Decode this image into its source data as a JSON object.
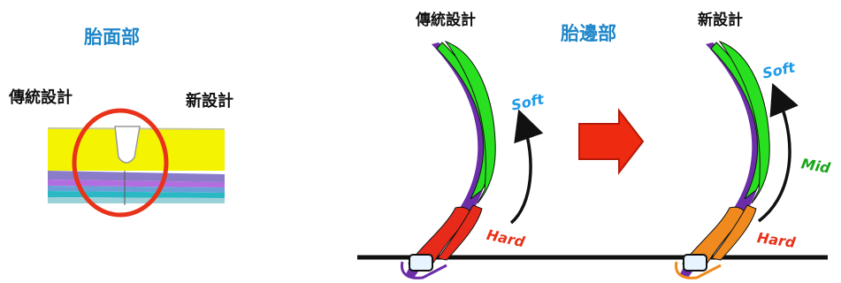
{
  "left_panel": {
    "title": "胎面部",
    "old_label": "傳統設計",
    "new_label": "新設計"
  },
  "right_panel": {
    "title": "胎邊部",
    "old_label": "傳統設計",
    "new_label": "新設計",
    "old_scale": {
      "top": "Soft",
      "bottom": "Hard"
    },
    "new_scale": {
      "top": "Soft",
      "middle": "Mid",
      "bottom": "Hard"
    }
  },
  "colors": {
    "title_blue": "#1f86c9",
    "soft_blue": "#1e9be8",
    "mid_green": "#1aa51a",
    "hard_red": "#e8321a",
    "arrow_red": "#ee2a10",
    "circle_red": "#e8321a",
    "tread_yellow": "#f4f400",
    "sidewall_green": "#28e01f",
    "bead_red": "#e82a1a",
    "bead_orange": "#f08a1e",
    "purple": "#6b2ea8"
  },
  "icons": [
    "right-arrow-icon",
    "curved-arrow-icon"
  ]
}
